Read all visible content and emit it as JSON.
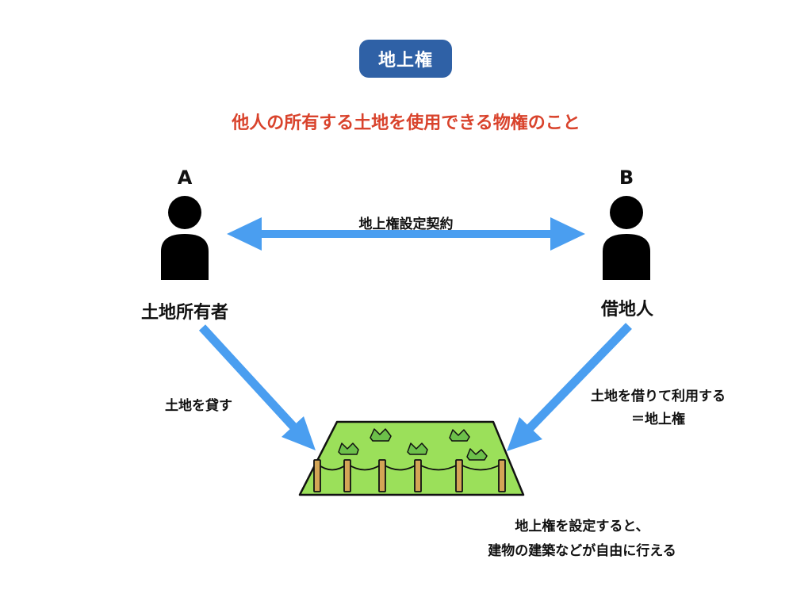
{
  "title": "地上権",
  "subtitle": "他人の所有する土地を使用できる物権のこと",
  "parties": {
    "a": {
      "letter": "A",
      "role": "土地所有者"
    },
    "b": {
      "letter": "B",
      "role": "借地人"
    }
  },
  "contract_label": "地上権設定契約",
  "left_arrow_label": "土地を貸す",
  "right_arrow_label": {
    "line1": "土地を借りて利用する",
    "line2": "＝地上権"
  },
  "bottom_note": {
    "line1": "地上権を設定すると、",
    "line2": "建物の建築などが自由に行える"
  },
  "colors": {
    "badge": "#2f61a6",
    "subtitle": "#d9432c",
    "arrow": "#4a9ef0",
    "land": "#9be05a",
    "grass": "#6cc04a",
    "post": "#d3a556"
  },
  "icons": [
    "person-icon",
    "land-plot-icon"
  ]
}
